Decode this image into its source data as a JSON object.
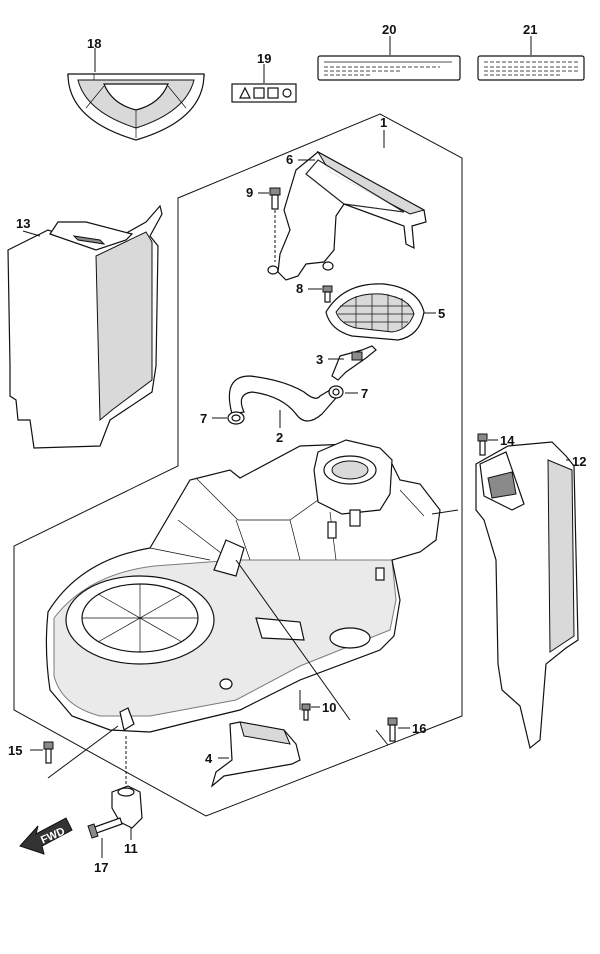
{
  "diagram": {
    "callouts": [
      {
        "id": "1",
        "label": "1"
      },
      {
        "id": "2",
        "label": "2"
      },
      {
        "id": "3",
        "label": "3"
      },
      {
        "id": "4",
        "label": "4"
      },
      {
        "id": "5",
        "label": "5"
      },
      {
        "id": "6",
        "label": "6"
      },
      {
        "id": "7a",
        "label": "7"
      },
      {
        "id": "7b",
        "label": "7"
      },
      {
        "id": "8",
        "label": "8"
      },
      {
        "id": "9",
        "label": "9"
      },
      {
        "id": "10",
        "label": "10"
      },
      {
        "id": "11",
        "label": "11"
      },
      {
        "id": "12",
        "label": "12"
      },
      {
        "id": "13",
        "label": "13"
      },
      {
        "id": "14",
        "label": "14"
      },
      {
        "id": "15",
        "label": "15"
      },
      {
        "id": "16",
        "label": "16"
      },
      {
        "id": "17",
        "label": "17"
      },
      {
        "id": "18",
        "label": "18"
      },
      {
        "id": "19",
        "label": "19"
      },
      {
        "id": "20",
        "label": "20"
      },
      {
        "id": "21",
        "label": "21"
      }
    ],
    "direction_arrow": {
      "label": "FWD"
    }
  }
}
